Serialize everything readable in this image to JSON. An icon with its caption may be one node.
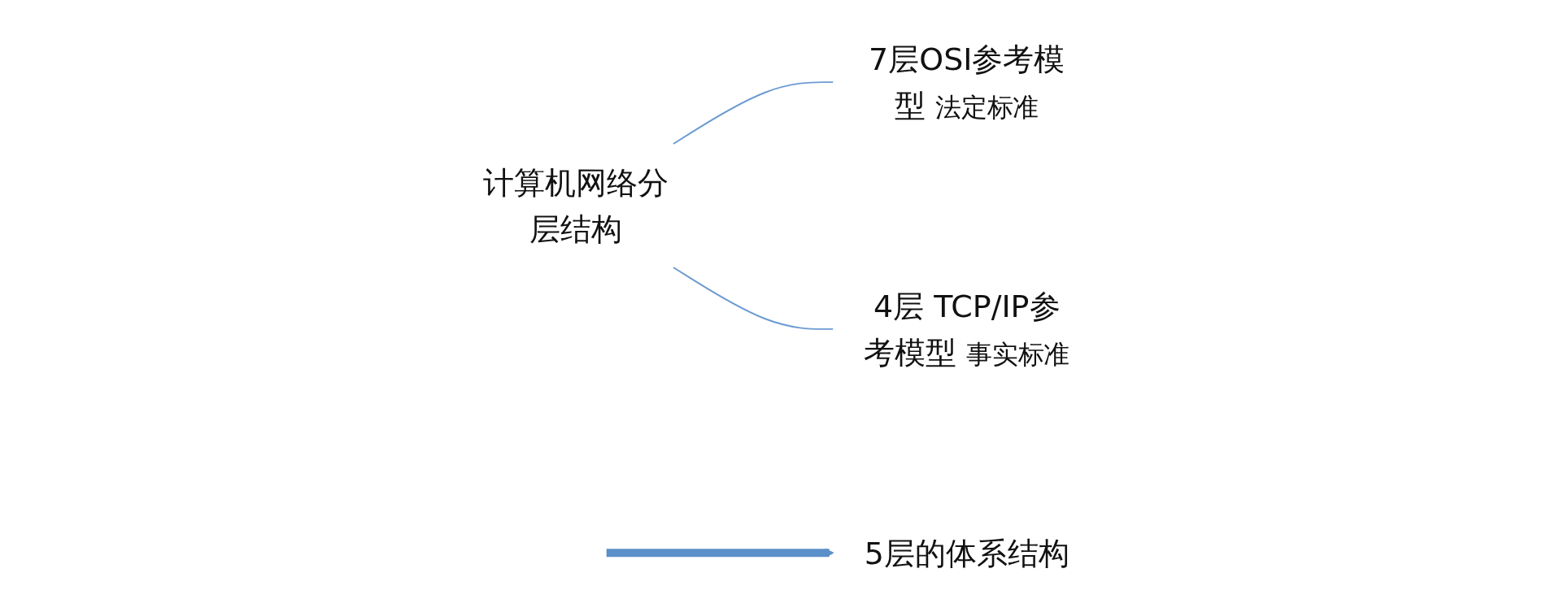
{
  "diagram": {
    "nodes": [
      {
        "text": [
          "计算机网络分层结构"
        ]
      },
      {
        "text": [
          "7层OSI参考模型"
        ],
        "beside": [
          "法定标准"
        ]
      },
      {
        "text": [
          "4层 TCP/IP参考模型"
        ],
        "beside": [
          "事实标准"
        ]
      },
      {
        "text": [
          "5层的体系结构"
        ]
      }
    ],
    "edges": [
      {
        "from": 0,
        "to": 1,
        "arrow": "none"
      },
      {
        "from": 0,
        "to": 2,
        "arrow": "none"
      },
      {
        "from": null,
        "to": 3,
        "arrow": "to",
        "style": "thick",
        "color": "#5b8fc9"
      }
    ]
  }
}
